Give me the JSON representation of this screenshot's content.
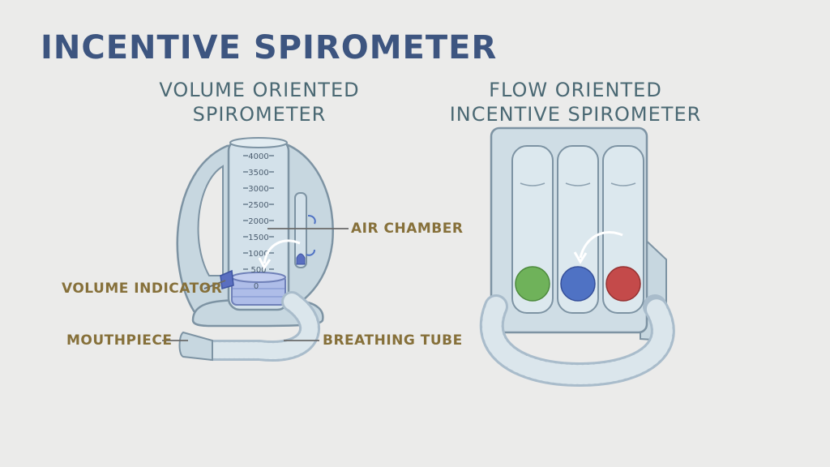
{
  "title": "INCENTIVE SPIROMETER",
  "volume_spirometer": {
    "heading_line1": "VOLUME ORIENTED",
    "heading_line2": "SPIROMETER",
    "scale": [
      "4000",
      "3500",
      "3000",
      "2500",
      "2000",
      "1500",
      "1000",
      "500",
      "0"
    ],
    "labels": {
      "air_chamber": "AIR CHAMBER",
      "volume_indicator": "VOLUME INDICATOR",
      "mouthpiece": "MOUTHPIECE",
      "breathing_tube": "BREATHING TUBE"
    }
  },
  "flow_spirometer": {
    "heading_line1": "FLOW ORIENTED",
    "heading_line2": "INCENTIVE SPIROMETER",
    "ball_colors": [
      "#6fb25a",
      "#4f72c4",
      "#c44a4a"
    ]
  },
  "colors": {
    "title": "#3d5580",
    "subtitle": "#4a6873",
    "label": "#86703a",
    "device_body": "#c7d7e0",
    "device_outline": "#7d93a3"
  }
}
